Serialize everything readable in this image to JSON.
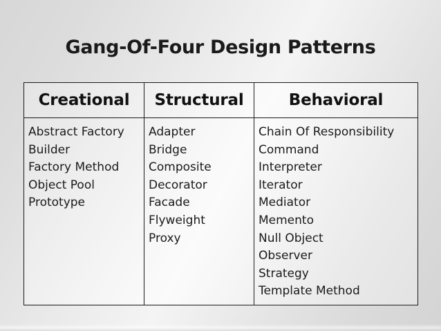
{
  "slide": {
    "title": "Gang-Of-Four Design Patterns",
    "background_color": "#e9e9e9",
    "text_color": "#1a1a1a",
    "border_color": "#1a1a1a"
  },
  "table": {
    "columns": [
      {
        "header": "Creational",
        "items": [
          "Abstract Factory",
          "Builder",
          "Factory Method",
          "Object Pool",
          "Prototype"
        ]
      },
      {
        "header": "Structural",
        "items": [
          "Adapter",
          "Bridge",
          "Composite",
          "Decorator",
          "Facade",
          "Flyweight",
          "Proxy"
        ]
      },
      {
        "header": "Behavioral",
        "items": [
          "Chain Of Responsibility",
          "Command",
          "Interpreter",
          "Iterator",
          "Mediator",
          "Memento",
          "Null Object",
          "Observer",
          "Strategy",
          "Template Method"
        ]
      }
    ]
  }
}
